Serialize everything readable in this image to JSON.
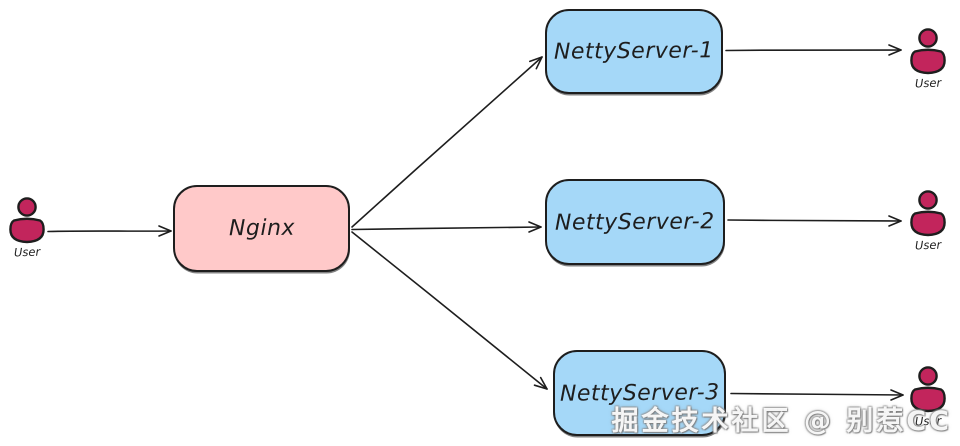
{
  "diagram": {
    "left_user": {
      "label": "User"
    },
    "nginx": {
      "label": "Nginx"
    },
    "servers": [
      {
        "label": "NettyServer-1"
      },
      {
        "label": "NettyServer-2"
      },
      {
        "label": "NettyServer-3"
      }
    ],
    "right_users": [
      {
        "label": "User"
      },
      {
        "label": "User"
      },
      {
        "label": "User"
      }
    ],
    "colors": {
      "nginx_fill": "#ffc9c9",
      "server_fill": "#a5d8f8",
      "stroke": "#1e1e1e",
      "user_fill": "#c2255c"
    }
  },
  "watermark": {
    "text": "掘金技术社区 @ 别惹CC"
  }
}
